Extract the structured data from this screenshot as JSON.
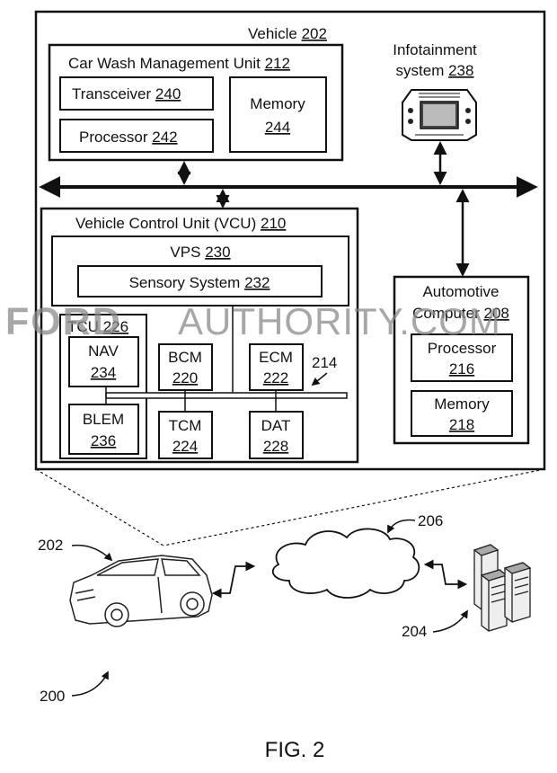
{
  "vehicle": {
    "label": "Vehicle",
    "num": "202"
  },
  "cwmu": {
    "label": "Car Wash Management Unit",
    "num": "212"
  },
  "transceiver": {
    "label": "Transceiver",
    "num": "240"
  },
  "processor_cw": {
    "label": "Processor",
    "num": "242"
  },
  "memory_cw": {
    "label": "Memory",
    "num": "244"
  },
  "infotainment": {
    "line1": "Infotainment",
    "line2": "system",
    "num": "238"
  },
  "vcu": {
    "label": "Vehicle Control Unit (VCU)",
    "num": "210"
  },
  "vps": {
    "label": "VPS",
    "num": "230"
  },
  "sensory": {
    "label": "Sensory System",
    "num": "232"
  },
  "tcu": {
    "label": "TCU",
    "num": "226"
  },
  "nav": {
    "label": "NAV",
    "num": "234"
  },
  "blem": {
    "label": "BLEM",
    "num": "236"
  },
  "bcm": {
    "label": "BCM",
    "num": "220"
  },
  "tcm": {
    "label": "TCM",
    "num": "224"
  },
  "ecm": {
    "label": "ECM",
    "num": "222"
  },
  "dat": {
    "label": "DAT",
    "num": "228"
  },
  "bus_ref": "214",
  "auto_computer": {
    "line1": "Automotive",
    "line2": "Computer",
    "num": "208"
  },
  "processor_ac": {
    "label": "Processor",
    "num": "216"
  },
  "memory_ac": {
    "label": "Memory",
    "num": "218"
  },
  "ref_car": "202",
  "ref_cloud": "206",
  "ref_servers": "204",
  "ref_system": "200",
  "fig_caption": "FIG. 2",
  "watermark": {
    "left": "FORD",
    "right": "AUTHORITY.COM"
  }
}
